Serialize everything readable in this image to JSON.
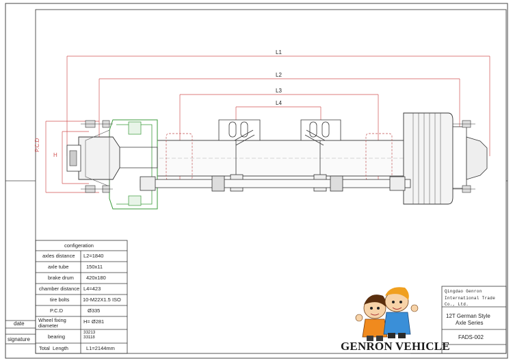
{
  "dimensions": {
    "l1": "L1",
    "l2": "L2",
    "l3": "L3",
    "l4": "L4",
    "pcd": "P.C.D",
    "h": "H"
  },
  "config_table": {
    "title": "configeration",
    "rows": [
      {
        "label": "axles distance",
        "value": "L2=1840"
      },
      {
        "label": "axle tube",
        "value": "150x11"
      },
      {
        "label": "brake drum",
        "value": "420x180"
      },
      {
        "label": "chamber distance",
        "value": "L4=423"
      },
      {
        "label": "tire bolts",
        "value": "10-M22X1.5 ISO"
      },
      {
        "label": "P.C.D",
        "value": "Ø335"
      },
      {
        "label": "Wheel fixing diameter",
        "value": "H= Ø281"
      },
      {
        "label": "bearing",
        "value": "33213\n33118"
      },
      {
        "label": "Total  Length",
        "value": "L1=2144mm"
      }
    ]
  },
  "side_labels": {
    "date": "date",
    "signature": "signature"
  },
  "title_block": {
    "company": "Qingdao Genron International Trade Co., Ltd.",
    "product_line1": "12T German Style",
    "product_line2": "Axle Series",
    "code": "FADS-002"
  },
  "brand": "GENRON VEHICLE",
  "colors": {
    "line": "#333333",
    "dimension": "#d05050",
    "hub_green": "#3a9a3a",
    "mascot_orange": "#f08a1e",
    "mascot_blue": "#3a8fd8"
  }
}
